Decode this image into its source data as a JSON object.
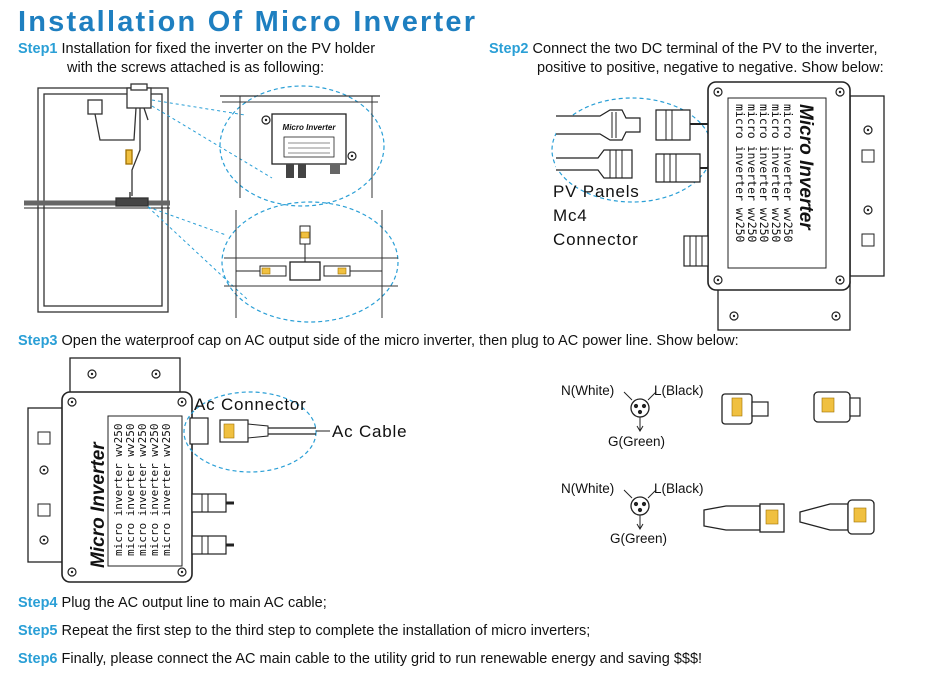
{
  "title": "Installation Of Micro Inverter",
  "steps": {
    "s1": {
      "label": "Step1",
      "line1": "Installation for fixed the inverter on the PV holder",
      "line2": "with the screws attached is as following:"
    },
    "s2": {
      "label": "Step2",
      "line1": "Connect the two DC terminal of the PV to the inverter,",
      "line2": "positive to positive, negative to negative. Show below:"
    },
    "s3": {
      "label": "Step3",
      "text": "Open the waterproof cap on AC output side of the micro inverter, then plug to AC power line. Show below:"
    },
    "s4": {
      "label": "Step4",
      "text": "Plug the AC output line to main AC cable;"
    },
    "s5": {
      "label": "Step5",
      "text": "Repeat the first step to the third step to complete the installation of micro inverters;"
    },
    "s6": {
      "label": "Step6",
      "text": "Finally, please connect the AC main cable to the utility grid  to run renewable energy and saving $$$!"
    }
  },
  "diagram": {
    "inverter_brand": "Micro Inverter",
    "model_lines": [
      "micro inverter wv250",
      "micro inverter wv250",
      "micro inverter wv250",
      "micro inverter wv250",
      "micro inverter wv250"
    ],
    "pv_caption": [
      "PV Panels",
      "Mc4",
      "Connector"
    ],
    "ac_connector": "Ac Connector",
    "ac_cable": "Ac Cable",
    "neutral": "N(White)",
    "live": "L(Black)",
    "ground": "G(Green)",
    "accent_color": "#2a9fd6",
    "title_color": "#1e7fc0"
  }
}
